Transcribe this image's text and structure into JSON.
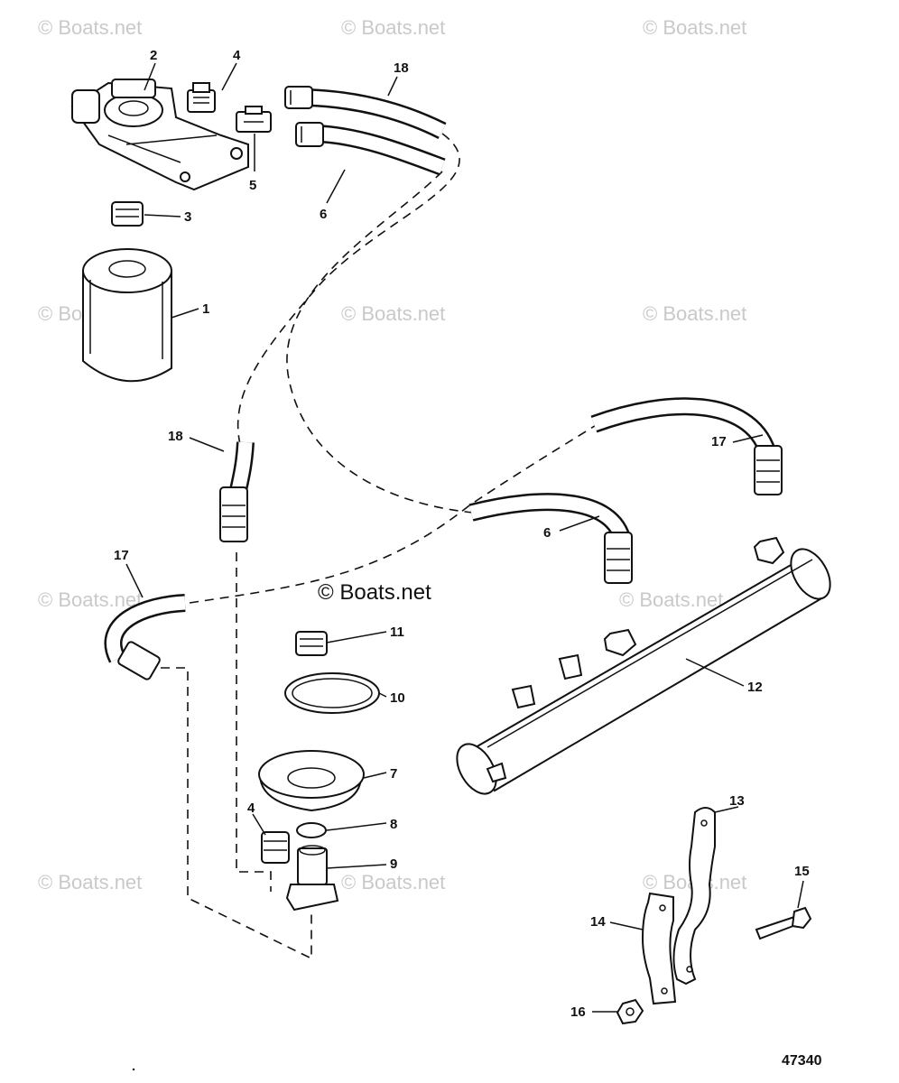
{
  "watermarks": {
    "text": "© Boats.net",
    "center_text": "© Boats.net"
  },
  "figure_number": "47340",
  "callouts": {
    "c1": "1",
    "c2": "2",
    "c3": "3",
    "c4a": "4",
    "c4b": "4",
    "c5": "5",
    "c6a": "6",
    "c6b": "6",
    "c7": "7",
    "c8": "8",
    "c9": "9",
    "c10": "10",
    "c11": "11",
    "c12": "12",
    "c13": "13",
    "c14": "14",
    "c15": "15",
    "c16": "16",
    "c17a": "17",
    "c17b": "17",
    "c18a": "18",
    "c18b": "18"
  }
}
